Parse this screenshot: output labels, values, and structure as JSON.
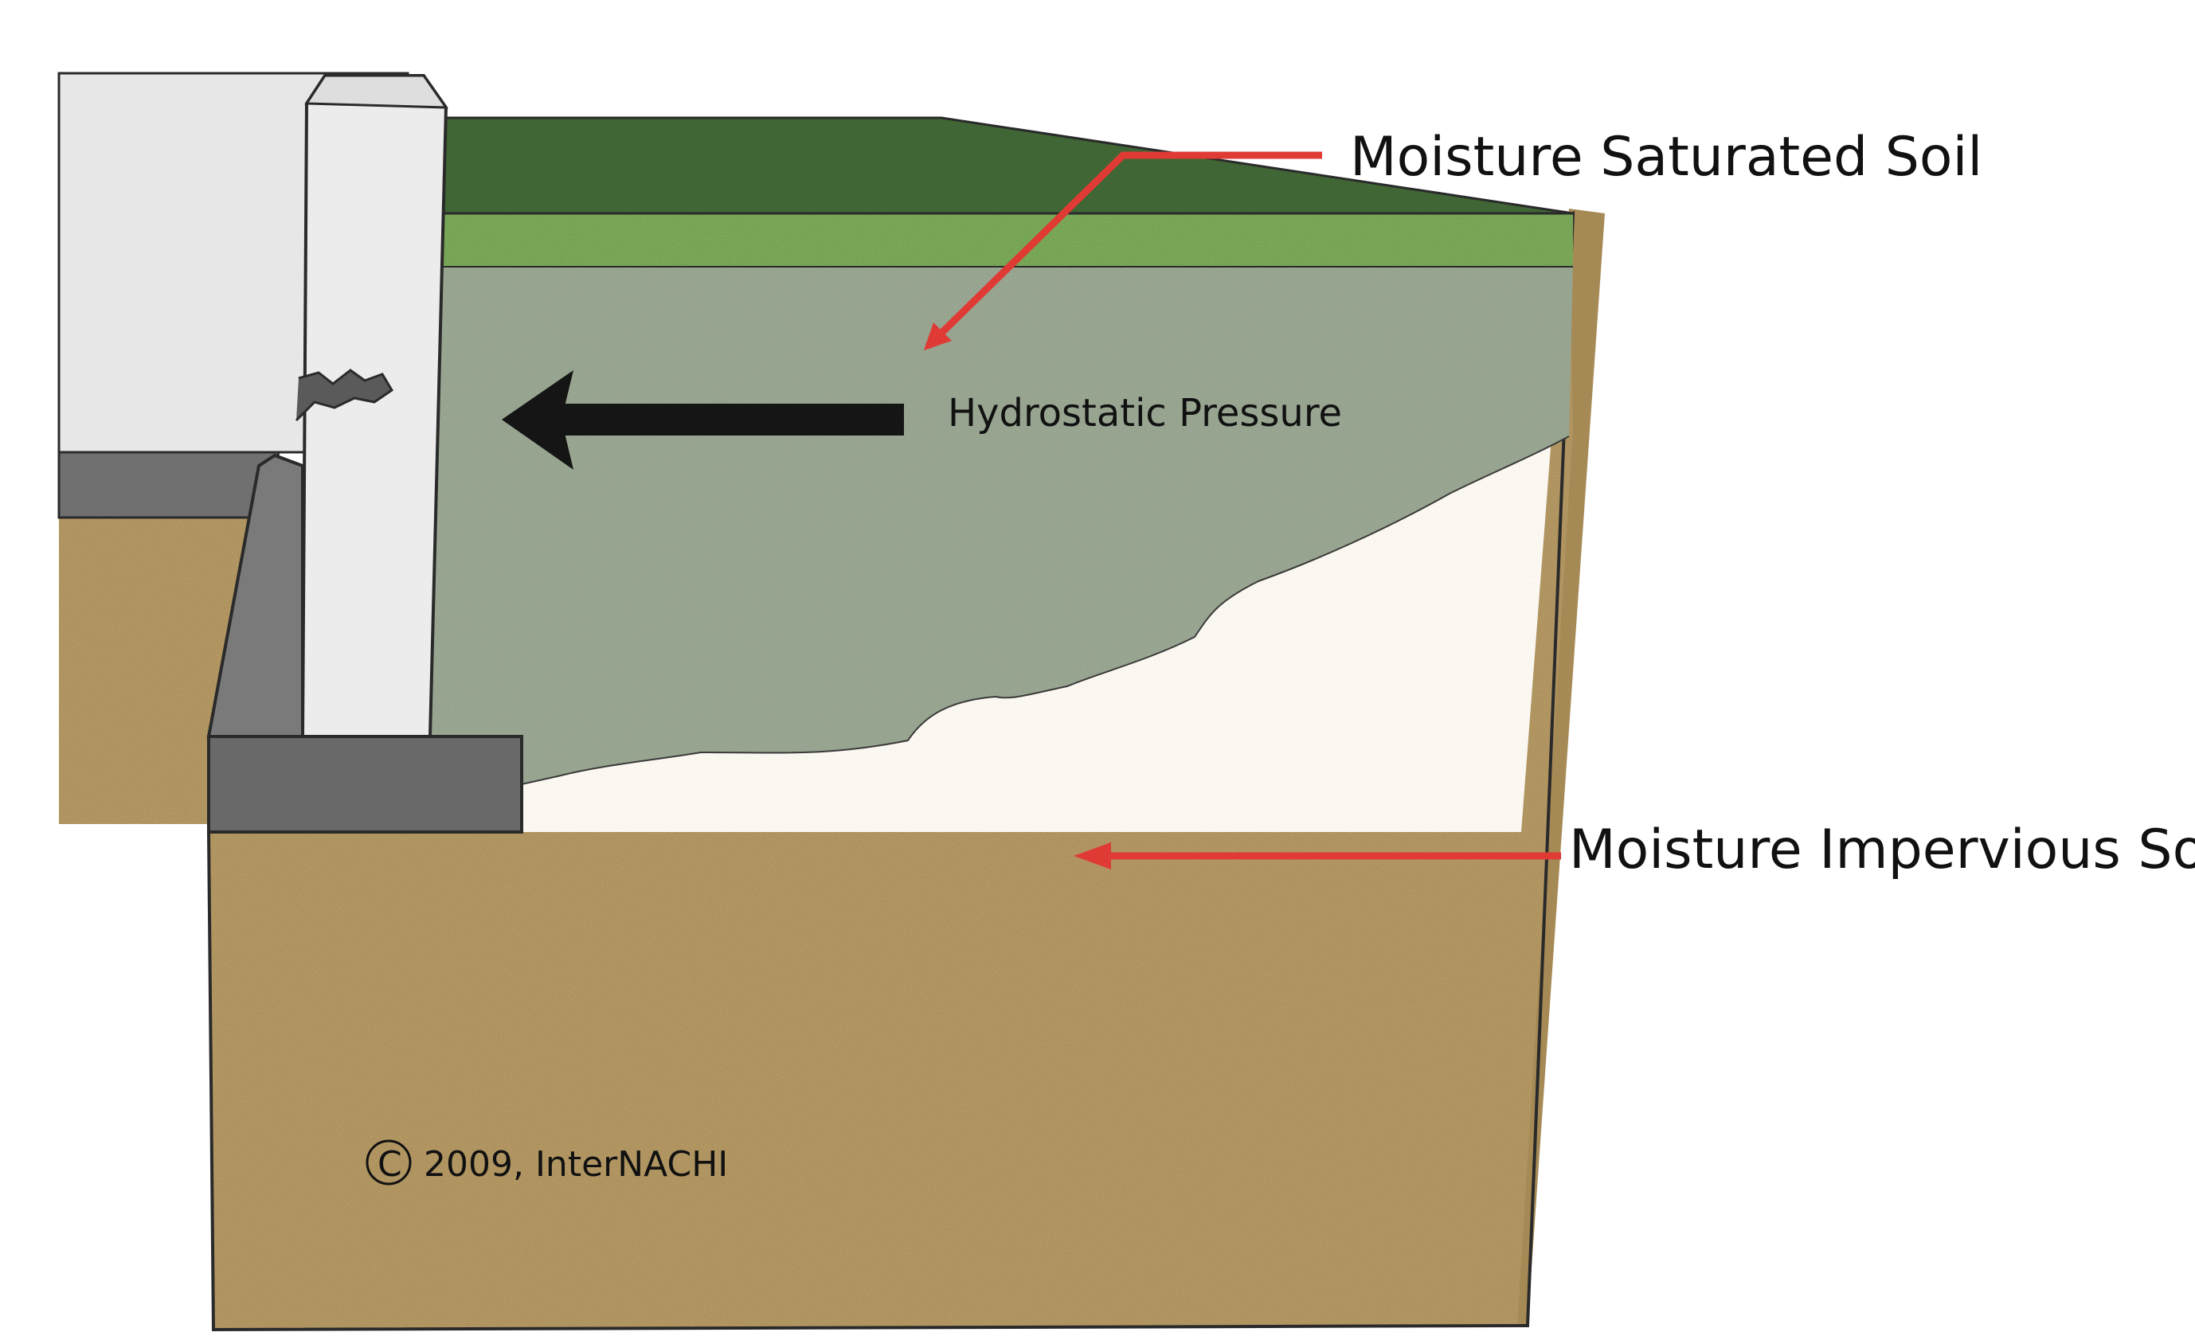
{
  "labels": {
    "saturated": "Moisture Saturated Soil",
    "pressure": "Hydrostatic Pressure",
    "impervious": "Moisture Impervious Soil",
    "copyright": "2009, InterNACHI",
    "copyright_symbol": "C"
  },
  "colors": {
    "arrow_callout": "#e03a35",
    "pressure_arrow": "#151515",
    "saturated_soil": "#8f9e8a",
    "impervious_soil": "#a68a55",
    "turf": "#6a9a47",
    "grass_top": "#3f6634",
    "concrete_wall": "#ededed",
    "footing": "#6e6e6e"
  }
}
